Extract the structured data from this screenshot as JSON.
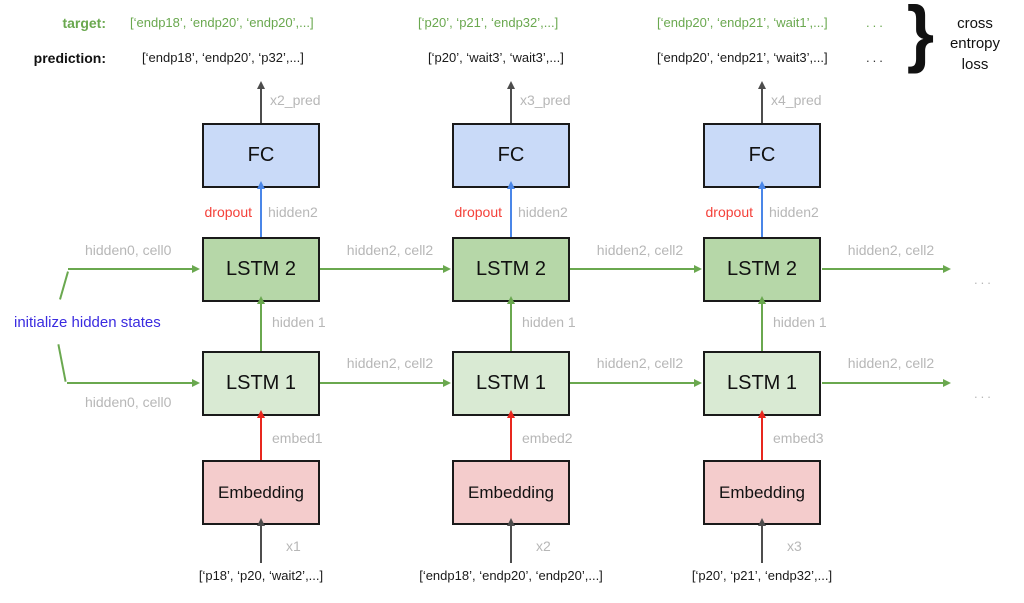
{
  "header": {
    "target_label": "target:",
    "prediction_label": "prediction:",
    "target_lists": [
      "[‘endp18’, ‘endp20’, ‘endp20’,...]",
      "[‘p20’, ‘p21’, ‘endp32’,...]",
      "[‘endp20’, ‘endp21’, ‘wait1’,...]"
    ],
    "prediction_lists": [
      "[‘endp18’, ‘endp20’, ‘p32’,...]",
      "[‘p20’, ‘wait3’, ‘wait3’,...]",
      "[‘endp20’, ‘endp21’, ‘wait3’,...]"
    ],
    "target_ellipsis": "...",
    "prediction_ellipsis": "...",
    "brace": "}",
    "loss_label": "cross entropy loss"
  },
  "left": {
    "init_label": "initialize hidden states",
    "hidden0_top": "hidden0, cell0",
    "hidden0_bottom": "hidden0, cell0"
  },
  "columns": [
    {
      "pred_label": "x2_pred",
      "fc": "FC",
      "dropout": "dropout",
      "hidden2": "hidden2",
      "lstm2": "LSTM 2",
      "h2c2_top": "hidden2, cell2",
      "hidden1": "hidden 1",
      "lstm1": "LSTM 1",
      "h2c2_bottom": "hidden2, cell2",
      "embed": "embed1",
      "embedding": "Embedding",
      "x_label": "x1",
      "input": "[‘p18’, ‘p20, ‘wait2’,...]"
    },
    {
      "pred_label": "x3_pred",
      "fc": "FC",
      "dropout": "dropout",
      "hidden2": "hidden2",
      "lstm2": "LSTM 2",
      "h2c2_top": "hidden2, cell2",
      "hidden1": "hidden 1",
      "lstm1": "LSTM 1",
      "h2c2_bottom": "hidden2, cell2",
      "embed": "embed2",
      "embedding": "Embedding",
      "x_label": "x2",
      "input": "[‘endp18’, ‘endp20’, ‘endp20’,...]"
    },
    {
      "pred_label": "x4_pred",
      "fc": "FC",
      "dropout": "dropout",
      "hidden2": "hidden2",
      "lstm2": "LSTM 2",
      "h2c2_top": "hidden2, cell2",
      "hidden1": "hidden 1",
      "lstm1": "LSTM 1",
      "h2c2_bottom": "hidden2, cell2",
      "embed": "embed3",
      "embedding": "Embedding",
      "x_label": "x3",
      "input": "[‘p20’, ‘p21’, ‘endp32’,...]"
    }
  ],
  "right": {
    "dots_top": "...",
    "dots_bottom": "..."
  },
  "colors": {
    "accent_green": "#6aa84f",
    "box_green_dark": "#b6d7a8",
    "box_green_light": "#d9ead3",
    "box_blue": "#c9daf8",
    "box_pink": "#f4cccc",
    "arrow_blue": "#4a86e8",
    "arrow_red": "#e8271e",
    "dropout_red": "#f4413a",
    "label_gray": "#b7b7b7",
    "arrow_dark": "#4d4d4d",
    "init_blue": "#3a2be0"
  }
}
